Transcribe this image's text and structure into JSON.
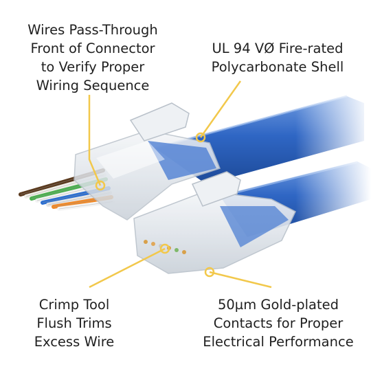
{
  "callouts": {
    "top_left": [
      "Wires Pass-Through",
      "Front of Connector",
      "to Verify Proper",
      "Wiring Sequence"
    ],
    "top_right": [
      "UL 94 VØ Fire-rated",
      "Polycarbonate Shell"
    ],
    "bottom_left": [
      "Crimp Tool",
      "Flush Trims",
      "Excess Wire"
    ],
    "bottom_right": [
      "50µm Gold-plated",
      "Contacts for Proper",
      "Electrical Performance"
    ]
  },
  "colors": {
    "cable_blue": "#2f66c4",
    "leader_line": "#f2c84b",
    "text": "#1f1f1f"
  },
  "wire_colors": [
    "#5a3a1e",
    "#f0efe8",
    "#4caf50",
    "#f2f2f2",
    "#2c6fd1",
    "#e6e6e6",
    "#f08a2a",
    "#f5f5f5"
  ]
}
